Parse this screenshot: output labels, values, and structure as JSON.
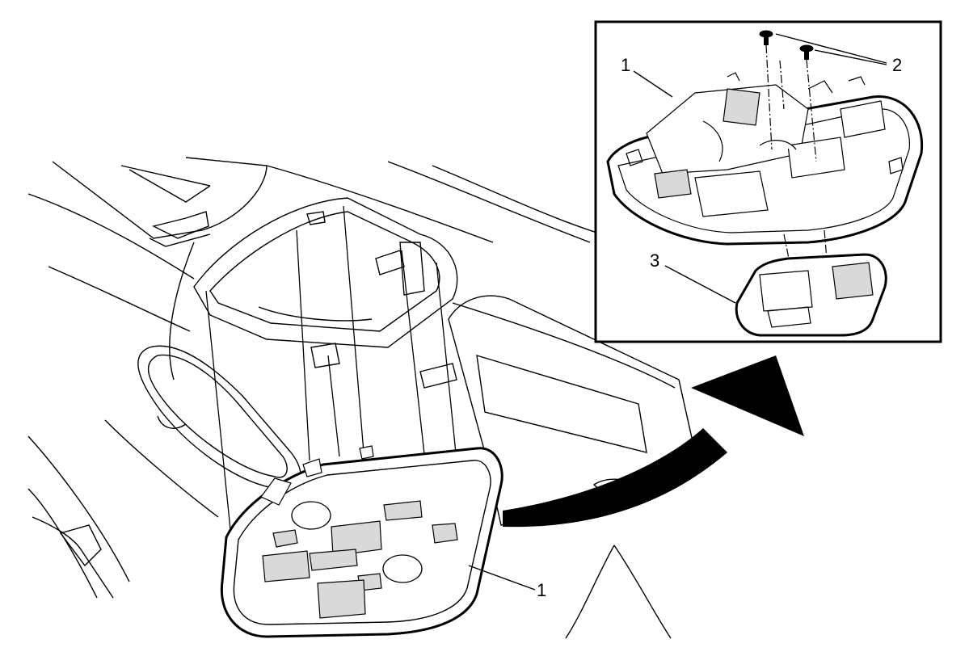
{
  "diagram": {
    "callouts": {
      "main_1": "1",
      "inset_1": "1",
      "inset_2": "2",
      "inset_3": "3"
    }
  },
  "colors": {
    "line": "#000000",
    "background": "#ffffff",
    "fill_gray": "#d9d9d9"
  }
}
